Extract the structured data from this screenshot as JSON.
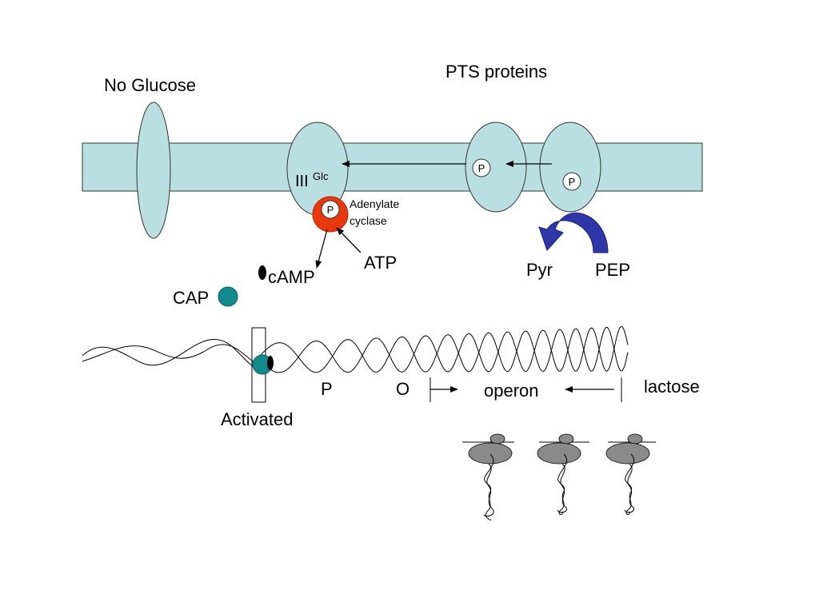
{
  "labels": {
    "no_glucose": "No Glucose",
    "pts_proteins": "PTS proteins",
    "iii": "III",
    "glc": "Glc",
    "p": "P",
    "adenylate": "Adenylate",
    "cyclase": "cyclase",
    "atp": "ATP",
    "camp": "cAMP",
    "cap": "CAP",
    "pyr": "Pyr",
    "pep": "PEP",
    "promoter": "P",
    "operator": "O",
    "operon": "operon",
    "lactose": "lactose",
    "activated": "Activated"
  },
  "colors": {
    "membrane": "#b9dfe3",
    "protein": "#b9dfe3",
    "adenylate_cyclase": "#e8380d",
    "cap": "#138a8f",
    "camp": "#000000",
    "pep_arrow": "#2e36a8",
    "ribosome": "#8a8a8a"
  },
  "icons": {
    "cap_molecule": "teal-circle",
    "camp_molecule": "black-ellipse",
    "pep_pyr_arrow": "curved-blue-arrow",
    "ribosome": "ribosome-shape"
  }
}
